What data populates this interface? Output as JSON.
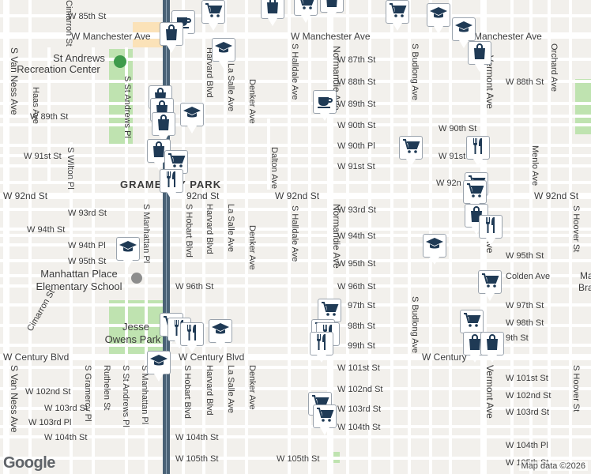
{
  "map": {
    "attribution": "Map data ©2026",
    "logo": "Google",
    "colors": {
      "background": "#f2f0ec",
      "major_road": "#ffffff",
      "minor_road": "#ffffff",
      "freeway": "#4a6276",
      "park": "#bfe3b0",
      "school_area": "#fbe2b8",
      "pin_icon": "#1f3a55"
    }
  },
  "areas": {
    "rec_center_name": "St Andrews\nRecreation Center",
    "school_name": "Manhattan Place\nElementary School",
    "park_name": "Jesse\nOwens Park",
    "neighborhood": "GRAMERCY PARK",
    "branch_partial": "Ma\nBranc"
  },
  "streets": {
    "w85th": "W 85th St",
    "manchester": "W Manchester Ave",
    "w87th": "W 87th St",
    "w88th": "W 88th St",
    "w89th": "W 89th St",
    "w90th": "W 90th St",
    "w90th_pl": "W 90th Pl",
    "w91st": "W 91st St",
    "w92nd": "W 92nd St",
    "w93rd": "W 93rd St",
    "w94th": "W 94th St",
    "w94th_pl": "W 94th Pl",
    "w95th": "W 95th St",
    "w96th": "W 96th St",
    "w97th": "W 97th St",
    "w98th": "W 98th St",
    "w99th": "W 99th St",
    "century": "W Century Blvd",
    "w101st": "W 101st St",
    "w102nd": "W 102nd St",
    "w103rd": "W 103rd St",
    "w103rd_pl": "W 103rd Pl",
    "w104th": "W 104th St",
    "w104th_pl": "W 104th Pl",
    "w105th": "W 105th St",
    "colden": "Colden Ave",
    "van_ness": "S Van Ness Ave",
    "haas": "Haas Ave",
    "wilton": "S Wilton Pl",
    "st_andrews": "S St Andrews Pl",
    "manhattan": "S Manhattan Pl",
    "hobart": "S Hobart Blvd",
    "harvard": "Harvard Blvd",
    "la_salle": "La Salle Ave",
    "denker": "Denker Ave",
    "dalton": "Dalton Ave",
    "halldale": "S Halldale Ave",
    "normandie": "Normandie Ave",
    "budlong": "S Budlong Ave",
    "vermont": "Vermont Ave",
    "menlo": "Menlo Ave",
    "orchard": "Orchard Ave",
    "hoover": "S Hoover St",
    "cimarron": "Cimarron St",
    "gramercy": "S Gramercy Pl",
    "ruthelen": "Ruthelen St",
    "harvard_blvd": "Harvard Blvd"
  },
  "pins": [
    {
      "name": "coffee",
      "icon": "coffee-icon"
    },
    {
      "name": "grocery",
      "icon": "shopping-cart-icon"
    },
    {
      "name": "shopping",
      "icon": "shopping-bag-icon"
    },
    {
      "name": "school",
      "icon": "graduation-cap-icon"
    },
    {
      "name": "restaurant",
      "icon": "fork-knife-icon"
    }
  ]
}
